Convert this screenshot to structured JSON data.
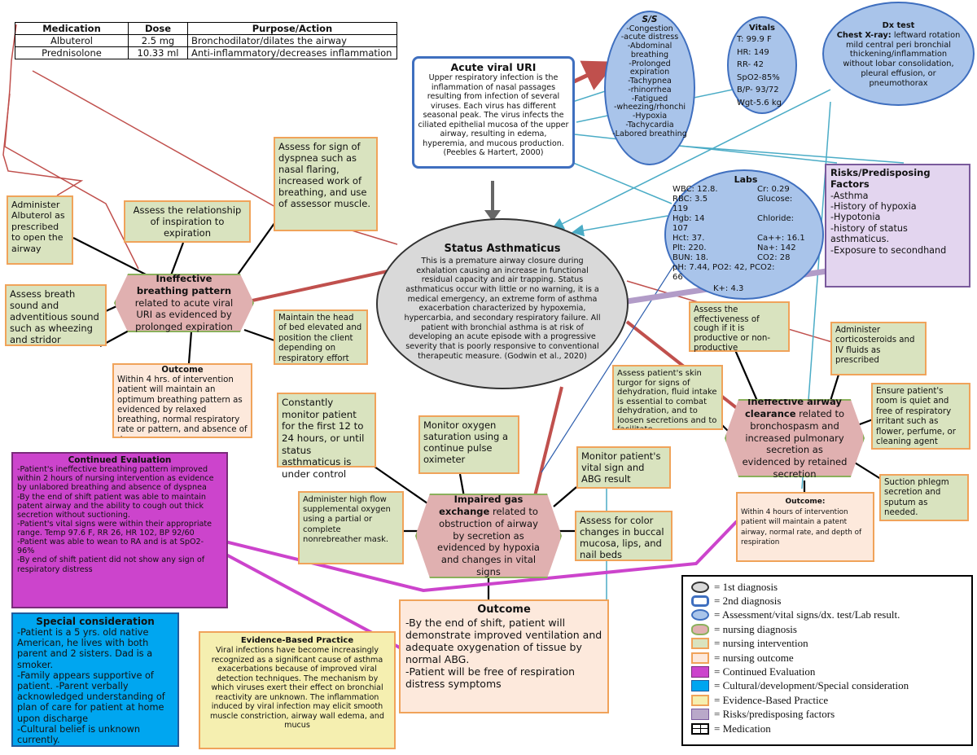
{
  "medication_table": {
    "headers": [
      "Medication",
      "Dose",
      "Purpose/Action"
    ],
    "rows": [
      [
        "Albuterol",
        "2.5 mg",
        "Bronchodilator/dilates the airway"
      ],
      [
        "Prednisolone",
        "10.33 ml",
        "Anti-inflammatory/decreases inflammation"
      ]
    ]
  },
  "acute_viral_uri": {
    "title": "Acute viral URI",
    "body": "Upper respiratory infection is the inflammation of nasal passages resulting from infection of several viruses.  Each virus has different seasonal peak.  The virus infects the ciliated epithelial mucosa of the upper airway, resulting in edema, hyperemia, and mucous production. (Peebles & Hartert, 2000)"
  },
  "ss": {
    "title": "S/S",
    "items": [
      "-Congestion",
      "-acute distress",
      "-Abdominal breathing",
      "-Prolonged expiration",
      "-Tachypnea",
      "-rhinorrhea",
      "-Fatigued",
      "-wheezing/rhonchi",
      "-Hypoxia",
      "-Tachycardia",
      "-Labored breathing"
    ]
  },
  "vitals": {
    "title": "Vitals",
    "items": [
      "T: 99.9 F",
      "HR: 149",
      "RR- 42",
      "SpO2-85%",
      "B/P- 93/72",
      "Wgt-5.6 kg"
    ]
  },
  "dx_test": {
    "title": "Dx test",
    "label": "Chest X-ray:",
    "body": "leftward rotation mild central peri bronchial thickening/inflammation without lobar consolidation, pleural effusion, or pneumothorax"
  },
  "labs": {
    "title": "Labs",
    "left": "WBC: 12.8.\nRBC: 3.5\n119\nHgb: 14\n107\nHct: 37.\nPlt: 220.\nBUN: 18.\npH: 7.44, PO2: 42, PCO2:\n66",
    "right": "Cr: 0.29\nGlucose:\n\nChloride:\n\nCa++: 16.1\nNa+: 142\nCO2: 28",
    "k": "K+: 4.3"
  },
  "risks": {
    "title": "Risks/Predisposing Factors",
    "items": [
      "-Asthma",
      "-History of hypoxia",
      "-Hypotonia",
      "-history of status asthmaticus.",
      "-Exposure to secondhand"
    ]
  },
  "status_asthmaticus": {
    "title": "Status Asthmaticus",
    "body": "This is a premature airway closure during exhalation causing an increase in functional residual capacity and air trapping. Status asthmaticus occur with little or no warning, it is a medical emergency, an extreme form of asthma exacerbation characterized by hypoxemia, hypercarbia, and secondary respiratory failure. All patient with bronchial asthma is at risk of developing an acute episode with a progressive severity that is poorly responsive to conventional therapeutic measure. (Godwin et al., 2020)"
  },
  "breathing": {
    "dx_bold": "Ineffective breathing pattern",
    "dx_rest": " related to acute viral URI as evidenced by prolonged expiration",
    "int_albuterol": "Administer Albuterol as prescribed to open the airway",
    "int_relationship": "Assess the relationship of inspiration to expiration",
    "int_dyspnea": "Assess for sign of dyspnea such as nasal flaring, increased work of breathing, and use of assessor muscle.",
    "int_breath_sound": "Assess breath sound and adventitious sound such as wheezing and stridor",
    "int_head": "Maintain the head of bed elevated and position the client depending on respiratory effort",
    "outcome_title": "Outcome",
    "outcome_body": "Within 4 hrs. of intervention patient will maintain an optimum breathing pattern as evidenced by relaxed breathing, normal respiratory rate or pattern, and absence of dyspnea"
  },
  "continued_eval": {
    "title": "Continued Evaluation",
    "body": "-Patient's ineffective breathing pattern improved within 2 hours of  nursing intervention as evidence by unlabored breathing and absence of dyspnea\n-By the end of shift patient was able to maintain patent airway and the ability to cough out thick secretion without suctioning.\n-Patient's vital signs were within  their appropriate range. Temp 97.6 F, RR 26, HR 102, BP 92/60\n-Patient was able to wean to RA and is at SpO2- 96%\n-By end of shift patient did not show any sign of respiratory distress"
  },
  "special": {
    "title": "Special consideration",
    "body": "-Patient is a 5 yrs. old native American, he lives with both parent and 2 sisters. Dad is a smoker.\n-Family appears supportive of patient. -Parent verbally acknowledged understanding of plan of care for patient at home upon discharge\n-Cultural belief is unknown currently."
  },
  "ebp": {
    "title": "Evidence-Based Practice",
    "body": "Viral infections have become increasingly recognized as a significant cause of asthma exacerbations because of improved viral detection techniques. The mechanism by which viruses exert their effect on bronchial reactivity are unknown. The inflammation induced by viral infection may elicit smooth muscle constriction, airway wall edema, and mucus"
  },
  "gas": {
    "dx_bold": "Impaired gas exchange",
    "dx_rest": " related to obstruction of airway by secretion as evidenced by hypoxia and changes in vital signs",
    "int_monitor": "Constantly monitor patient for the first 12 to 24 hours, or until status asthmaticus is under control",
    "int_o2sat": "Monitor oxygen saturation using a continue pulse oximeter",
    "int_vitals": "Monitor patient's vital sign and ABG result",
    "int_oxygen": "Administer high flow supplemental oxygen using a partial or complete nonrebreather mask.",
    "int_color": "Assess for color changes in buccal mucosa, lips, and nail beds",
    "outcome_title": "Outcome",
    "outcome_body": "-By the end of shift, patient will demonstrate improved ventilation and adequate oxygenation of tissue by normal ABG.\n-Patient will be free of respiration distress symptoms"
  },
  "airway": {
    "dx_bold": "Ineffective airway clearance",
    "dx_rest": " related to bronchospasm and increased pulmonary secretion as evidenced by retained secretion",
    "int_cough": "Assess the effectiveness of cough if it is productive or non-productive",
    "int_cortico": "Administer corticosteroids and IV fluids as prescribed",
    "int_skin": "Assess patient's skin turgor for signs of dehydration, fluid intake is essential to combat dehydration, and to loosen secretions and to facilitate",
    "int_room": "Ensure patient's room is quiet and free of respiratory irritant such as flower, perfume, or cleaning agent",
    "int_suction": "Suction phlegm secretion and sputum as needed.",
    "outcome_title": "Outcome:",
    "outcome_body": "Within 4 hours of intervention patient will maintain a patent airway, normal rate, and depth of respiration"
  },
  "legend": {
    "items": [
      {
        "text": "= 1st diagnosis",
        "swatch": "gray-oval"
      },
      {
        "text": "= 2nd diagnosis",
        "swatch": "blue-rounded"
      },
      {
        "text": "= Assessment/vital signs/dx. test/Lab result.",
        "swatch": "blue-oval"
      },
      {
        "text": "= nursing diagnosis",
        "swatch": "pink-hex"
      },
      {
        "text": "= nursing intervention",
        "swatch": "green"
      },
      {
        "text": "= nursing outcome",
        "swatch": "peach"
      },
      {
        "text": "= Continued Evaluation",
        "swatch": "magenta"
      },
      {
        "text": "= Cultural/development/Special consideration",
        "swatch": "cyan"
      },
      {
        "text": "= Evidence-Based Practice",
        "swatch": "yellow"
      },
      {
        "text": "= Risks/predisposing factors",
        "swatch": "lavender"
      },
      {
        "text": "= Medication",
        "swatch": "table"
      }
    ]
  },
  "colors": {
    "intervention": "#d9e3bf",
    "intervention_border": "#f0a35a",
    "diagnosis": "#e0b0b0",
    "outcome": "#fde9dc",
    "continued_eval": "#cc44cc",
    "special": "#00a6f0",
    "ebp": "#f5efb0",
    "risks": "#e3d5ef",
    "assessment": "#a9c4ea",
    "connector_red": "#c0504d",
    "connector_teal": "#4bacc6"
  }
}
